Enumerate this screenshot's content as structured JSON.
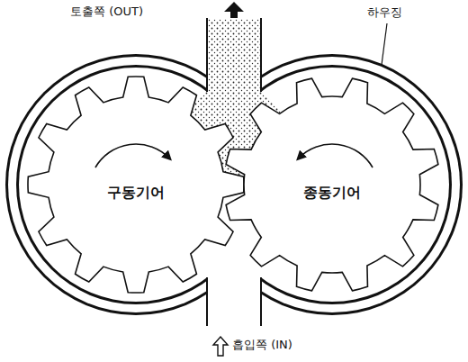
{
  "diagram": {
    "labels": [
      "토출쪽 (OUT)",
      "하우징",
      "구동기어",
      "종동기어",
      "흡입쪽 (IN)"
    ]
  }
}
